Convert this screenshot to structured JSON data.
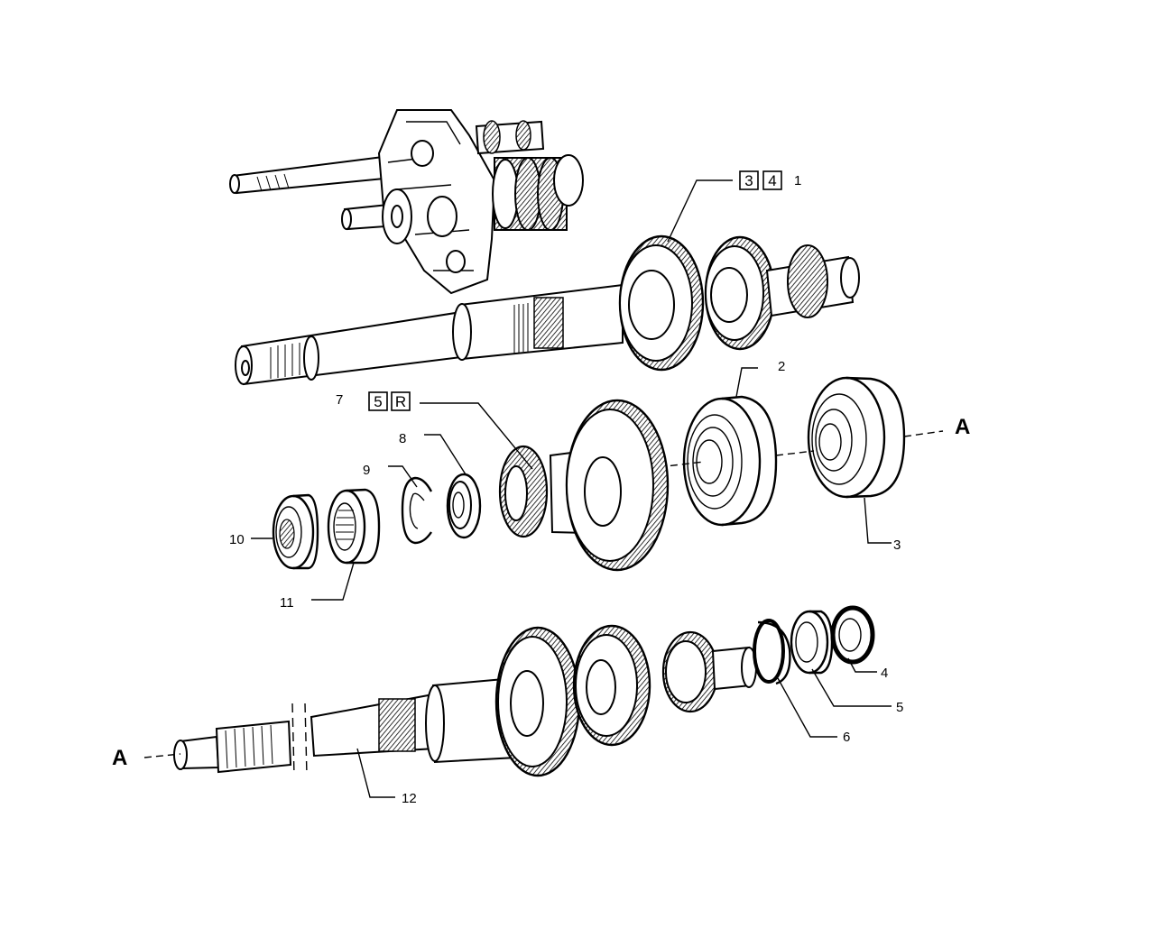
{
  "callouts": {
    "c1": "1",
    "c2": "2",
    "c3": "3",
    "c4": "4",
    "c5": "5",
    "c6": "6",
    "c7": "7",
    "c8": "8",
    "c9": "9",
    "c10": "10",
    "c11": "11",
    "c12": "12"
  },
  "gear_boxes": {
    "box_a1": "3",
    "box_a2": "4",
    "box_b1": "5",
    "box_b2": "R"
  },
  "axis_marks": {
    "upper": "A",
    "lower": "A"
  }
}
